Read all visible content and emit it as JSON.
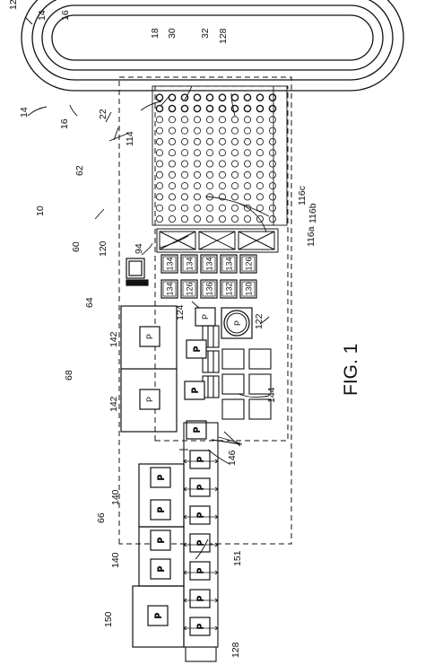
{
  "figure": {
    "caption": "FIG. 1",
    "ref_labels": [
      {
        "id": "ref-12",
        "text": "12"
      },
      {
        "id": "ref-14-a",
        "text": "14"
      },
      {
        "id": "ref-16-a",
        "text": "16"
      },
      {
        "id": "ref-14-b",
        "text": "14"
      },
      {
        "id": "ref-16-b",
        "text": "16"
      },
      {
        "id": "ref-18",
        "text": "18"
      },
      {
        "id": "ref-30",
        "text": "30"
      },
      {
        "id": "ref-32",
        "text": "32"
      },
      {
        "id": "ref-128-top",
        "text": "128"
      },
      {
        "id": "ref-22",
        "text": "22"
      },
      {
        "id": "ref-114",
        "text": "114"
      },
      {
        "id": "ref-62",
        "text": "62"
      },
      {
        "id": "ref-10",
        "text": "10"
      },
      {
        "id": "ref-60",
        "text": "60"
      },
      {
        "id": "ref-116c",
        "text": "116c"
      },
      {
        "id": "ref-116b",
        "text": "116b"
      },
      {
        "id": "ref-116a",
        "text": "116a"
      },
      {
        "id": "ref-120",
        "text": "120"
      },
      {
        "id": "ref-94",
        "text": "94"
      },
      {
        "id": "ref-64",
        "text": "64"
      },
      {
        "id": "ref-124",
        "text": "124"
      },
      {
        "id": "ref-122",
        "text": "122"
      },
      {
        "id": "ref-68",
        "text": "68"
      },
      {
        "id": "ref-142-a",
        "text": "142"
      },
      {
        "id": "ref-142-b",
        "text": "142"
      },
      {
        "id": "ref-144",
        "text": "144"
      },
      {
        "id": "ref-146",
        "text": "146"
      },
      {
        "id": "ref-140-a",
        "text": "140"
      },
      {
        "id": "ref-140-b",
        "text": "140"
      },
      {
        "id": "ref-66",
        "text": "66"
      },
      {
        "id": "ref-151",
        "text": "151"
      },
      {
        "id": "ref-150",
        "text": "150"
      },
      {
        "id": "ref-128-bottom",
        "text": "128"
      }
    ],
    "module_labels": [
      "134",
      "134",
      "134",
      "134",
      "126",
      "126",
      "134",
      "134",
      "134",
      "126",
      "136",
      "132",
      "130"
    ],
    "pod_label": "P"
  }
}
